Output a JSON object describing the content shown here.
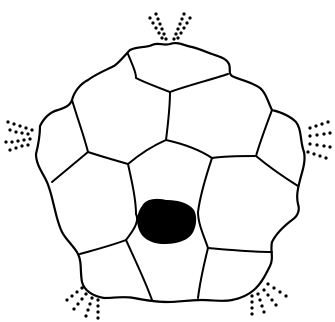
{
  "figure": {
    "ink_color": "#000000",
    "paper_color": "#ffffff",
    "spine_clusters": [
      "top",
      "left",
      "right",
      "bottom-left",
      "bottom-right"
    ],
    "has_dark_spot": true
  }
}
